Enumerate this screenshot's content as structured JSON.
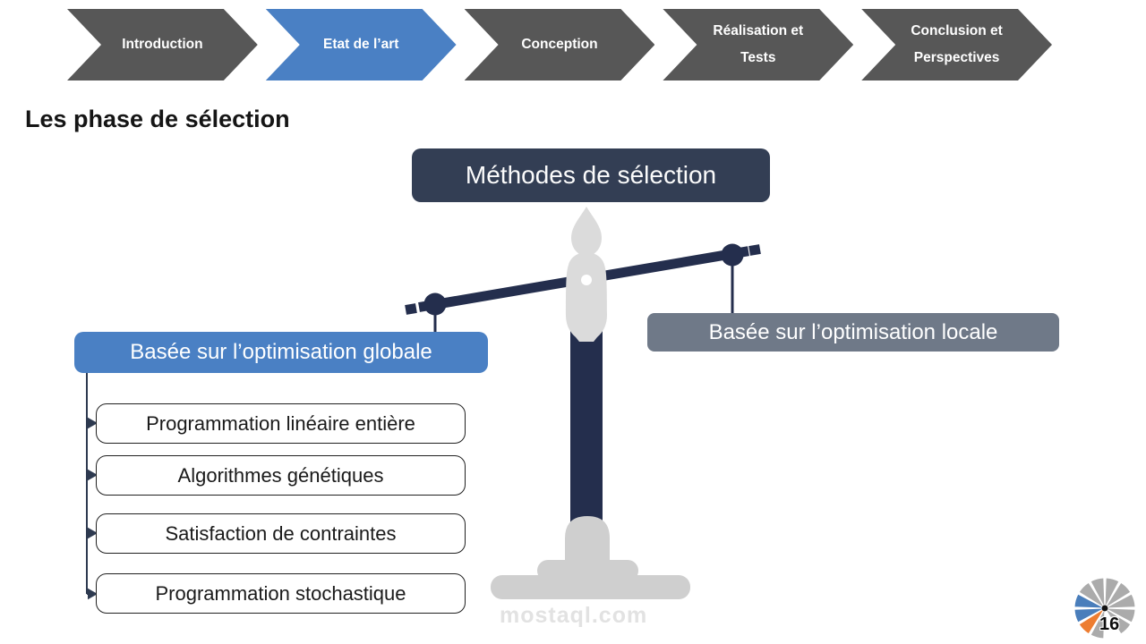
{
  "nav": {
    "items": [
      {
        "label": "Introduction",
        "active": false
      },
      {
        "label": "Etat de l’art",
        "active": true
      },
      {
        "label": "Conception",
        "active": false
      },
      {
        "label": "Réalisation et Tests",
        "active": false
      },
      {
        "label": "Conclusion et Perspectives",
        "active": false
      }
    ]
  },
  "title": "Les phase de sélection",
  "diagram": {
    "root_label": "Méthodes de sélection",
    "left_branch": {
      "label": "Basée sur l’optimisation globale",
      "items": [
        "Programmation linéaire entière",
        "Algorithmes génétiques",
        "Satisfaction de contraintes",
        "Programmation stochastique"
      ]
    },
    "right_branch": {
      "label": "Basée sur l’optimisation locale"
    }
  },
  "watermark": "mostaql.com",
  "page_number": "16",
  "colors": {
    "nav_inactive": "#575757",
    "nav_active": "#4a80c4",
    "root_box": "#333e54",
    "left_branch_box": "#4a80c4",
    "right_branch_box": "#6f7988",
    "beam_navy": "#242e4d",
    "balance_silver": "#d9d9d9",
    "logo_gray": "#ababab",
    "logo_blue": "#4a7ebb",
    "logo_orange": "#ed7d31"
  }
}
